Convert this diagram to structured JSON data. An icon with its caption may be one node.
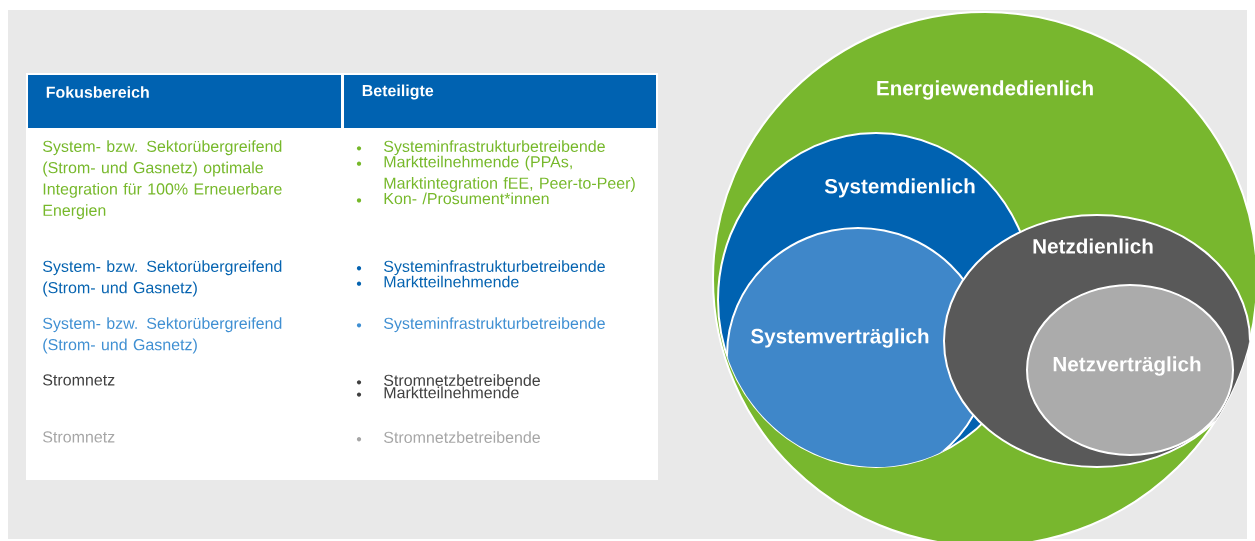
{
  "diagram": {
    "nodes": [
      {
        "text": [
          "Energiewendedienlich"
        ]
      },
      {
        "text": [
          "Systemdienlich"
        ],
        "in": 0
      },
      {
        "text": [
          "Systemverträglich"
        ],
        "in": 1
      },
      {
        "text": [
          "Netzdienlich"
        ],
        "in": 0
      },
      {
        "text": [
          "Netzverträglich"
        ],
        "in": 3
      }
    ],
    "labels": [
      "Fokusbereich",
      "Beteiligte",
      "System- bzw. Sektorübergreifend (Strom- und Gasnetz) optimale Integration für 100% Erneuerbare Energien",
      "Systeminfrastrukturbetreibende",
      "Marktteilnehmende (PPAs, Marktintegration fEE, Peer-to-Peer)",
      "Kon- /Prosument*innen",
      "System- bzw. Sektorübergreifend (Strom- und Gasnetz)",
      "Systeminfrastrukturbetreibende",
      "Marktteilnehmende",
      "System- bzw. Sektorübergreifend (Strom- und Gasnetz)",
      "Systeminfrastrukturbetreibende",
      "Stromnetz",
      "Stromnetzbetreibende",
      "Marktteilnehmende",
      "Stromnetz",
      "Stromnetzbetreibende"
    ]
  }
}
